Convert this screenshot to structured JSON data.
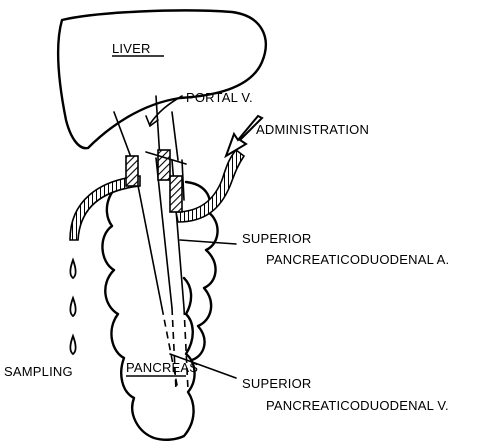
{
  "labels": {
    "liver": "LIVER",
    "portal_v": "PORTAL V.",
    "administration": "ADMINISTRATION",
    "sup_art_line1": "SUPERIOR",
    "sup_art_line2": "PANCREATICODUODENAL A.",
    "sampling": "SAMPLING",
    "pancreas": "PANCREAS",
    "sup_vein_line1": "SUPERIOR",
    "sup_vein_line2": "PANCREATICODUODENAL V."
  }
}
